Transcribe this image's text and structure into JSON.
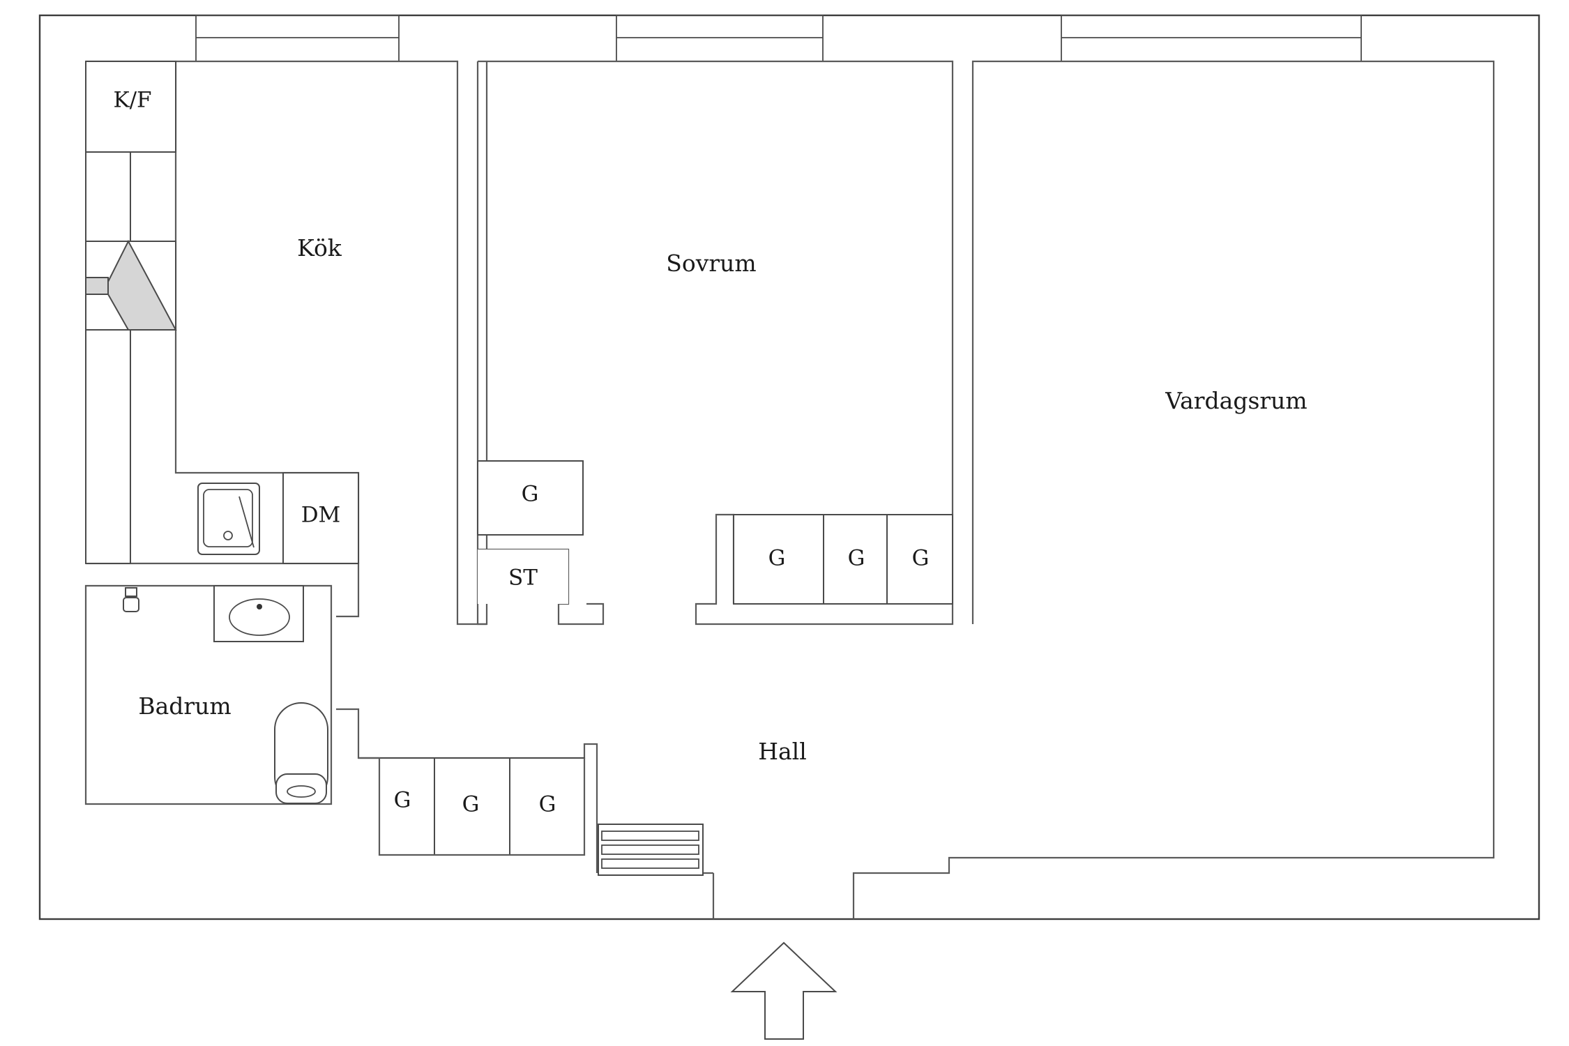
{
  "rooms": {
    "kok": "Kök",
    "sovrum": "Sovrum",
    "vardagsrum": "Vardagsrum",
    "badrum": "Badrum",
    "hall": "Hall"
  },
  "fixtures": {
    "fridge_freezer": "K/F",
    "dishwasher": "DM",
    "storage": "ST",
    "wardrobe": "G"
  },
  "entrance_arrow_icon": "arrow-up-icon"
}
